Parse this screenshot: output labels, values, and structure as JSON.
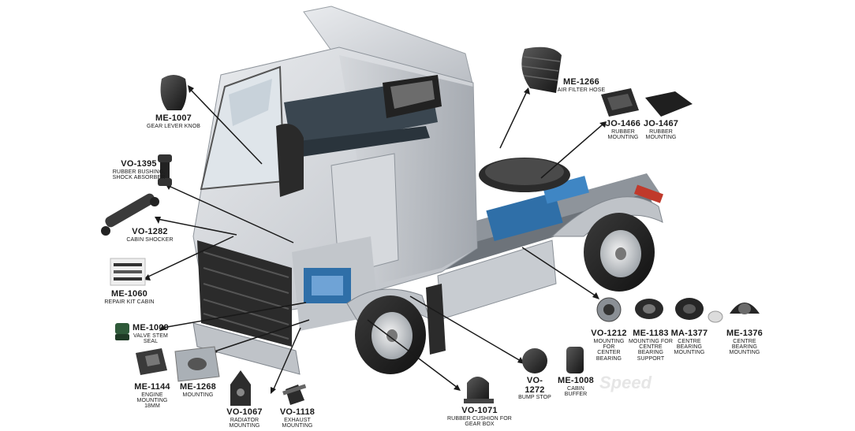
{
  "watermark": "Speed",
  "parts": [
    {
      "id": "gear-lever-knob",
      "code": "ME-1007",
      "lines": [
        "GEAR LEVER KNOB"
      ]
    },
    {
      "id": "rubber-bushing",
      "code": "VO-1395",
      "lines": [
        "RUBBER BUSHING,",
        "SHOCK ABSORBER"
      ]
    },
    {
      "id": "cabin-shocker",
      "code": "VO-1282",
      "lines": [
        "CABIN SHOCKER"
      ]
    },
    {
      "id": "repair-kit-cabin",
      "code": "ME-1060",
      "lines": [
        "REPAIR KIT CABIN"
      ]
    },
    {
      "id": "valve-stem-seal",
      "code": "ME-1009",
      "lines": [
        "VALVE STEM SEAL"
      ]
    },
    {
      "id": "engine-mounting",
      "code": "ME-1144",
      "lines": [
        "ENGINE MOUNTING",
        "18MM"
      ]
    },
    {
      "id": "mounting-1268",
      "code": "ME-1268",
      "lines": [
        "MOUNTING"
      ]
    },
    {
      "id": "radiator-mounting",
      "code": "VO-1067",
      "lines": [
        "RADIATOR MOUNTING"
      ]
    },
    {
      "id": "exhaust-mounting",
      "code": "VO-1118",
      "lines": [
        "EXHAUST MOUNTING"
      ]
    },
    {
      "id": "rubber-cushion-gearbox",
      "code": "VO-1071",
      "lines": [
        "RUBBER CUSHION FOR GEAR BOX"
      ]
    },
    {
      "id": "bump-stop",
      "code": "VO-1272",
      "lines": [
        "BUMP STOP"
      ]
    },
    {
      "id": "cabin-buffer",
      "code": "ME-1008",
      "lines": [
        "CABIN BUFFER"
      ]
    },
    {
      "id": "mounting-center-bearing",
      "code": "VO-1212",
      "lines": [
        "MOUNTING FOR",
        "CENTER BEARING"
      ]
    },
    {
      "id": "mounting-centre-bearing-support",
      "code": "ME-1183",
      "lines": [
        "MOUNTING FOR",
        "CENTRE BEARING",
        "SUPPORT"
      ]
    },
    {
      "id": "centre-bearing-mounting-1377",
      "code": "MA-1377",
      "lines": [
        "CENTRE BEARING",
        "MOUNTING"
      ]
    },
    {
      "id": "centre-bearing-mounting-1376",
      "code": "ME-1376",
      "lines": [
        "CENTRE BEARING",
        "MOUNTING"
      ]
    },
    {
      "id": "air-filter-hose",
      "code": "ME-1266",
      "lines": [
        "AIR FILTER HOSE"
      ]
    },
    {
      "id": "rubber-mounting-1466",
      "code": "JO-1466",
      "lines": [
        "RUBBER",
        "MOUNTING"
      ]
    },
    {
      "id": "rubber-mounting-1467",
      "code": "JO-1467",
      "lines": [
        "RUBBER",
        "MOUNTING"
      ]
    }
  ]
}
